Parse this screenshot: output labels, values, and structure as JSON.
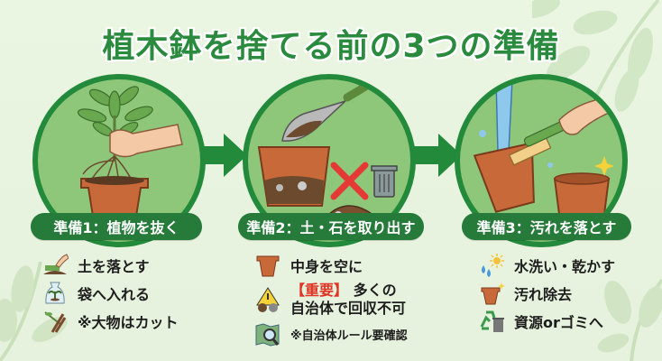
{
  "title": "植木鉢を捨てる前の3つの準備",
  "colors": {
    "background": "#e8f4e0",
    "primary_green": "#238a3c",
    "circle_fill": "#8fc77a",
    "pill_green": "#267a3a",
    "title_green": "#2a8a3e",
    "important_red": "#e03324",
    "pot_terracotta": "#c8693a"
  },
  "steps": [
    {
      "label": "準備1：植物を抜く",
      "illustration": "hand-pulling-plant-from-pot",
      "items": [
        {
          "icon": "brush-soil-icon",
          "text": "土を落とす"
        },
        {
          "icon": "plant-in-bag-icon",
          "text": "袋へ入れる"
        },
        {
          "icon": "pruning-shears-icon",
          "text": "※大物はカット"
        }
      ]
    },
    {
      "label": "準備2：土・石を取り出す",
      "illustration": "trowel-removing-soil-no-trash",
      "items": [
        {
          "icon": "empty-pot-icon",
          "text": "中身を空に"
        },
        {
          "icon": "warning-soil-stone-icon",
          "important": "【重要】",
          "text_line1": "多くの",
          "text_line2": "自治体で回収不可"
        },
        {
          "icon": "map-search-icon",
          "text": "※自治体ルール要確認"
        }
      ]
    },
    {
      "label": "準備3：汚れを落とす",
      "illustration": "washing-pot-with-brush",
      "items": [
        {
          "icon": "water-drops-sun-icon",
          "text": "水洗い・乾かす"
        },
        {
          "icon": "clean-pot-sparkle-icon",
          "text": "汚れ除去"
        },
        {
          "icon": "recycle-trash-icon",
          "text": "資源orゴミへ"
        }
      ]
    }
  ],
  "arrows": [
    "right-arrow",
    "right-arrow"
  ]
}
